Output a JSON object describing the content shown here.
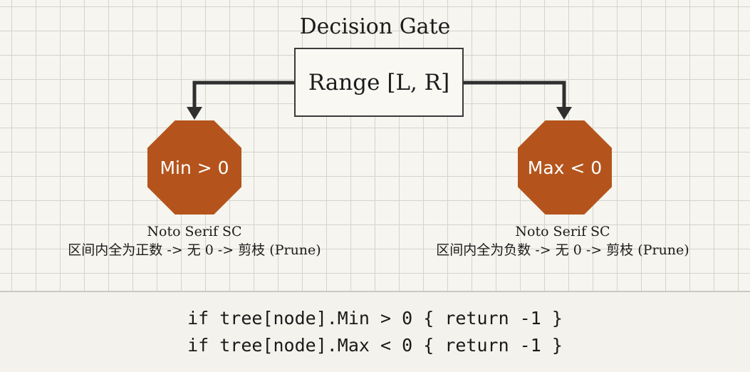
{
  "diagram": {
    "title": "Decision Gate",
    "range_node": {
      "label": "Range [L, R]"
    },
    "left_node": {
      "label": "Min > 0",
      "caption_line1": "Noto Serif SC",
      "caption_line2": "区间内全为正数 -> 无 0 -> 剪枝 (Prune)"
    },
    "right_node": {
      "label": "Max < 0",
      "caption_line1": "Noto Serif SC",
      "caption_line2": "区间内全为负数 -> 无 0 -> 剪枝 (Prune)"
    },
    "colors": {
      "node_fill": "#b4541c",
      "node_text": "#ffffff",
      "arrow": "#2f2f2f",
      "grid": "#d4d3cd",
      "background": "#f6f5ef"
    }
  },
  "code": {
    "line1": "if tree[node].Min > 0 { return -1 }",
    "line2": "if tree[node].Max < 0 { return -1 }"
  }
}
